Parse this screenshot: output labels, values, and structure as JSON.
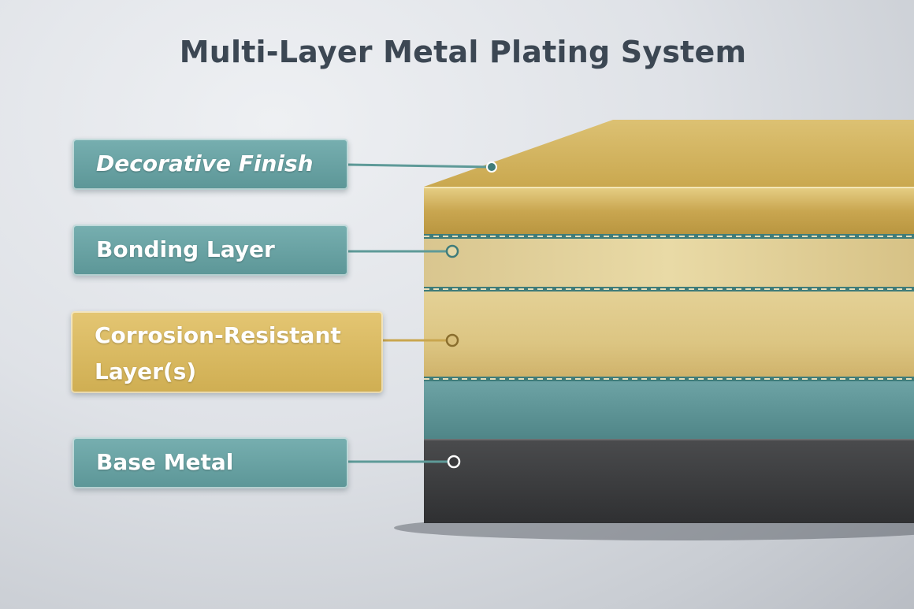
{
  "title": "Multi-Layer Metal Plating System",
  "labels": {
    "decorative_finish": "Decorative Finish",
    "bonding_layer": "Bonding Layer",
    "corrosion_resistant_line1": "Corrosion-Resistant",
    "corrosion_resistant_line2": "Layer(s)",
    "base_metal": "Base Metal"
  },
  "colors": {
    "label_teal": "#669fa0",
    "label_gold": "#d9ba5f",
    "leader_line": "#5e9a98",
    "gold_layer": "#d4b564",
    "teal_layer": "#5d9597",
    "base_metal_layer": "#3b3c3e"
  }
}
